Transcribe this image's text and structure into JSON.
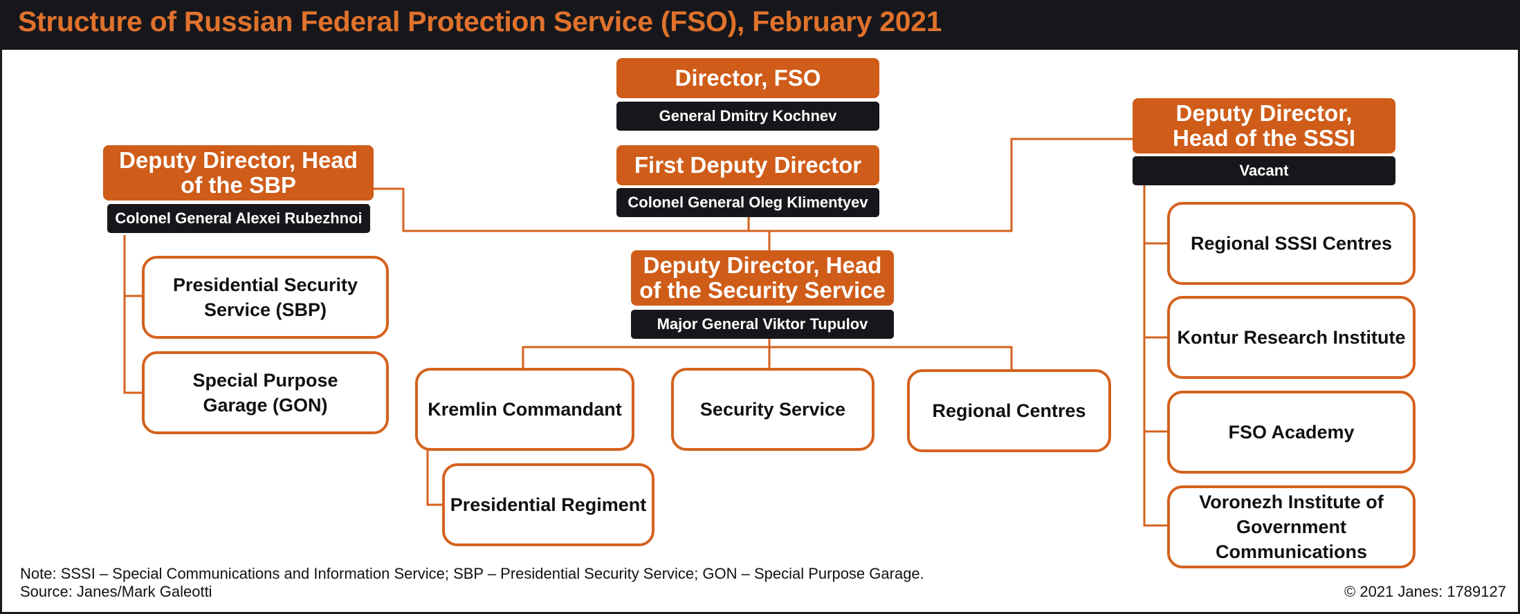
{
  "title": "Structure of Russian Federal Protection Service (FSO), February 2021",
  "director": {
    "title": "Director, FSO",
    "holder": "General Dmitry Kochnev"
  },
  "first_deputy": {
    "title": "First Deputy Director",
    "holder": "Colonel General Oleg Klimentyev"
  },
  "sbp_deputy": {
    "title": "Deputy Director, Head of the SBP",
    "holder": "Colonel General Alexei Rubezhnoi",
    "units": [
      "Presidential Security Service (SBP)",
      "Special Purpose Garage (GON)"
    ]
  },
  "security_deputy": {
    "title": "Deputy Director, Head of the Security Service",
    "holder": "Major General Viktor Tupulov",
    "units": [
      "Kremlin Commandant",
      "Security Service",
      "Regional Centres"
    ],
    "sub_units": [
      "Presidential Regiment"
    ]
  },
  "sssi_deputy": {
    "title": "Deputy Director, Head of the SSSI",
    "holder": "Vacant",
    "units": [
      "Regional SSSI Centres",
      "Kontur Research Institute",
      "FSO Academy",
      "Voronezh Institute of Government Communications"
    ]
  },
  "colors": {
    "accent": "#cf5c18",
    "outline": "#d4621e",
    "dark": "#17171b"
  },
  "footer": {
    "note": "Note: SSSI – Special Communications and Information Service; SBP – Presidential Security Service; GON – Special Purpose Garage.",
    "source": "Source: Janes/Mark Galeotti",
    "copyright": "© 2021 Janes: 1789127"
  }
}
